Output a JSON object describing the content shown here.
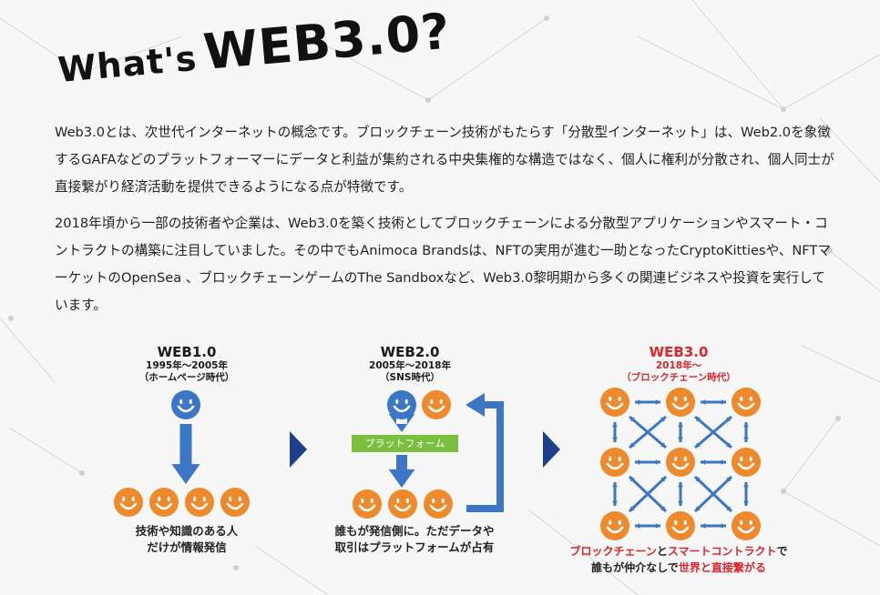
{
  "heading": {
    "part1": "What's",
    "part2": "WEB3.0?"
  },
  "intro": {
    "paragraph1": "Web3.0とは、次世代インターネットの概念です。ブロックチェーン技術がもたらす「分散型インターネット」は、Web2.0を象徴するGAFAなどのプラットフォーマーにデータと利益が集約される中央集権的な構造ではなく、個人に権利が分散され、個人同士が直接繋がり経済活動を提供できるようになる点が特徴です。",
    "paragraph2": "2018年頃から一部の技術者や企業は、Web3.0を築く技術としてブロックチェーンによる分散型アプリケーションやスマート・コントラクトの構築に注目していました。その中でもAnimoca Brandsは、NFTの実用が進む一助となったCryptoKittiesや、NFTマーケットのOpenSea 、ブロックチェーンゲームのThe Sandboxなど、Web3.0黎明期から多くの関連ビジネスや投資を実行しています。"
  },
  "colors": {
    "blue": "#3b76c7",
    "orange": "#ef8a2c",
    "green": "#7bbf3f",
    "navy": "#1f3e8c",
    "red": "#e0242a"
  },
  "web1": {
    "name": "WEB1.0",
    "period": "1995年～2005年",
    "era": "（ホームページ時代）",
    "caption_line1": "技術や知識のある人",
    "caption_line2": "だけが情報発信"
  },
  "web2": {
    "name": "WEB2.0",
    "period": "2005年～2018年",
    "era": "（SNS時代）",
    "platform_label": "プラットフォーム",
    "caption_line1": "誰もが発信側に。ただデータや",
    "caption_line2": "取引はプラットフォームが占有"
  },
  "web3": {
    "name": "WEB3.0",
    "period": "2018年～",
    "era": "（ブロックチェーン時代）",
    "caption_red1": "ブロックチェーン",
    "caption_mid1": "と",
    "caption_red2": "スマートコントラクト",
    "caption_mid2": "で",
    "caption_line2_black": "誰もが仲介なしで",
    "caption_line2_red": "世界と直接繋がる"
  },
  "icons": {
    "face": "smiley-face-icon",
    "arrow": "chevron-right-icon"
  }
}
